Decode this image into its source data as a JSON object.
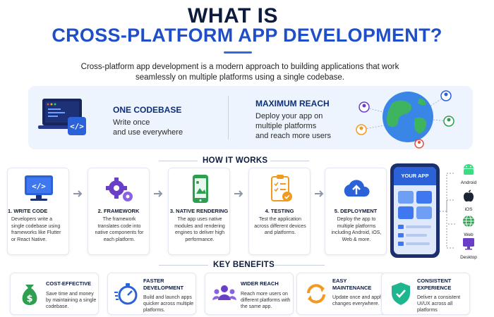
{
  "header": {
    "title_line1": "WHAT IS",
    "title_line2": "CROSS-PLATFORM APP DEVELOPMENT?",
    "intro": "Cross-platform app development is a modern approach to building applications that work seamlessly on multiple platforms using a single codebase."
  },
  "hero": {
    "left": {
      "title": "ONE CODEBASE",
      "text": "Write once\nand use everywhere"
    },
    "right": {
      "title": "MAXIMUM REACH",
      "text": "Deploy your app on\nmultiple platforms\nand reach more users"
    }
  },
  "how_it_works": {
    "title": "HOW IT WORKS",
    "steps": [
      {
        "title": "1. WRITE CODE",
        "text": "Developers write a single codebase using frameworks like Flutter or React Native."
      },
      {
        "title": "2. FRAMEWORK",
        "text": "The framework translates code into native components for each platform."
      },
      {
        "title": "3. NATIVE RENDERING",
        "text": "The app uses native modules and rendering engines to deliver high performance."
      },
      {
        "title": "4. TESTING",
        "text": "Test the application across different devices and platforms."
      },
      {
        "title": "5. DEPLOYMENT",
        "text": "Deploy the app to multiple platforms including Android, iOS, Web & more."
      }
    ]
  },
  "phone": {
    "label": "YOUR APP"
  },
  "platforms": [
    {
      "label": "Android"
    },
    {
      "label": "iOS"
    },
    {
      "label": "Web"
    },
    {
      "label": "Desktop"
    }
  ],
  "benefits": {
    "title": "KEY BENEFITS",
    "items": [
      {
        "title": "COST-EFFECTIVE",
        "text": "Save time and money by maintaining a single codebase."
      },
      {
        "title": "FASTER DEVELOPMENT",
        "text": "Build and launch apps quicker across multiple platforms."
      },
      {
        "title": "WIDER REACH",
        "text": "Reach more users on different platforms with the same app."
      },
      {
        "title": "EASY MAINTENANCE",
        "text": "Update once and apply changes everywhere."
      },
      {
        "title": "CONSISTENT EXPERIENCE",
        "text": "Deliver a consistent UI/UX across all platforms"
      }
    ]
  },
  "colors": {
    "navy": "#0d1b3d",
    "blue": "#1f4fc8",
    "hero_bg": "#eef4fd",
    "green": "#2e9e4f",
    "orange": "#f29a1f",
    "purple": "#6a3fc8"
  }
}
